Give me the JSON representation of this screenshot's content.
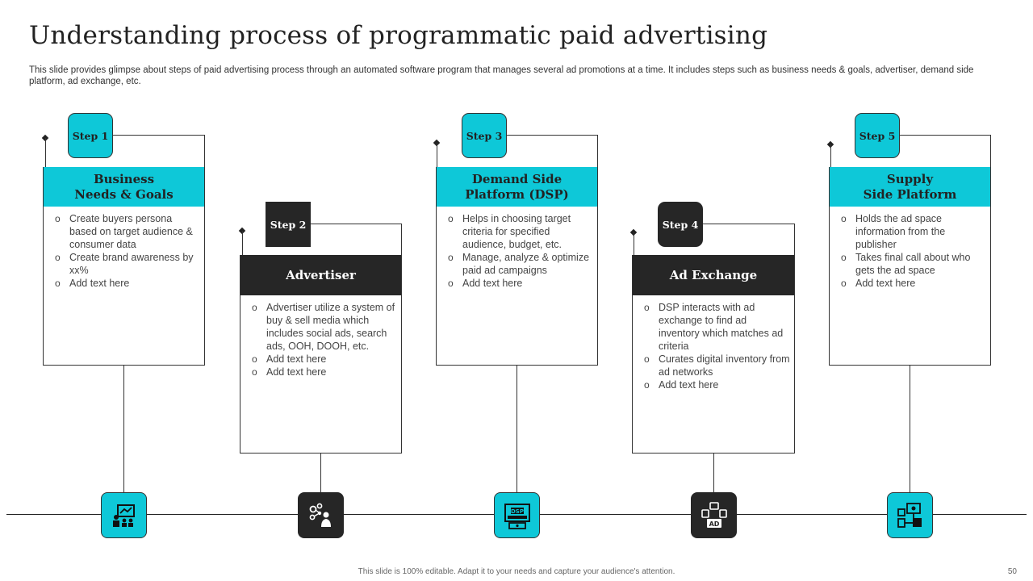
{
  "slide": {
    "title": "Understanding process of programmatic paid advertising",
    "subtitle": "This slide provides glimpse about steps of paid advertising process through an automated software program that manages several ad promotions at a time. It includes steps such as business needs & goals, advertiser, demand side platform, ad exchange, etc.",
    "footer": "This slide is 100% editable. Adapt it to your needs and capture your audience's attention.",
    "page_number": "50"
  },
  "colors": {
    "accent": "#0ec8d8",
    "dark": "#262626",
    "line": "#333333"
  },
  "steps": [
    {
      "badge": "Step 1",
      "header": "Business\nNeeds & Goals",
      "bullets": [
        "Create buyers persona based on target audience & consumer data",
        "Create brand awareness by xx%",
        "Add text here"
      ],
      "icon": "presentation-icon"
    },
    {
      "badge": "Step 2",
      "header": "Advertiser",
      "bullets": [
        "Advertiser utilize a system of buy & sell media which includes social ads, search ads, OOH, DOOH, etc.",
        "Add text here",
        "Add text here"
      ],
      "icon": "marketing-network-icon"
    },
    {
      "badge": "Step 3",
      "header": "Demand Side\nPlatform (DSP)",
      "bullets": [
        "Helps in choosing target criteria for specified audience, budget, etc.",
        "Manage, analyze & optimize paid ad campaigns",
        "Add text here"
      ],
      "icon": "dsp-monitor-icon",
      "icon_text": "DSP"
    },
    {
      "badge": "Step 4",
      "header": "Ad Exchange",
      "bullets": [
        "DSP interacts with ad exchange to find ad inventory which matches ad criteria",
        "Curates digital inventory from ad networks",
        "Add text here"
      ],
      "icon": "ad-exchange-icon",
      "icon_text": "AD"
    },
    {
      "badge": "Step 5",
      "header": "Supply\nSide Platform",
      "bullets": [
        "Holds the ad space information from the publisher",
        "Takes final call about who gets the ad space",
        "Add text here"
      ],
      "icon": "supply-platform-icon"
    }
  ]
}
